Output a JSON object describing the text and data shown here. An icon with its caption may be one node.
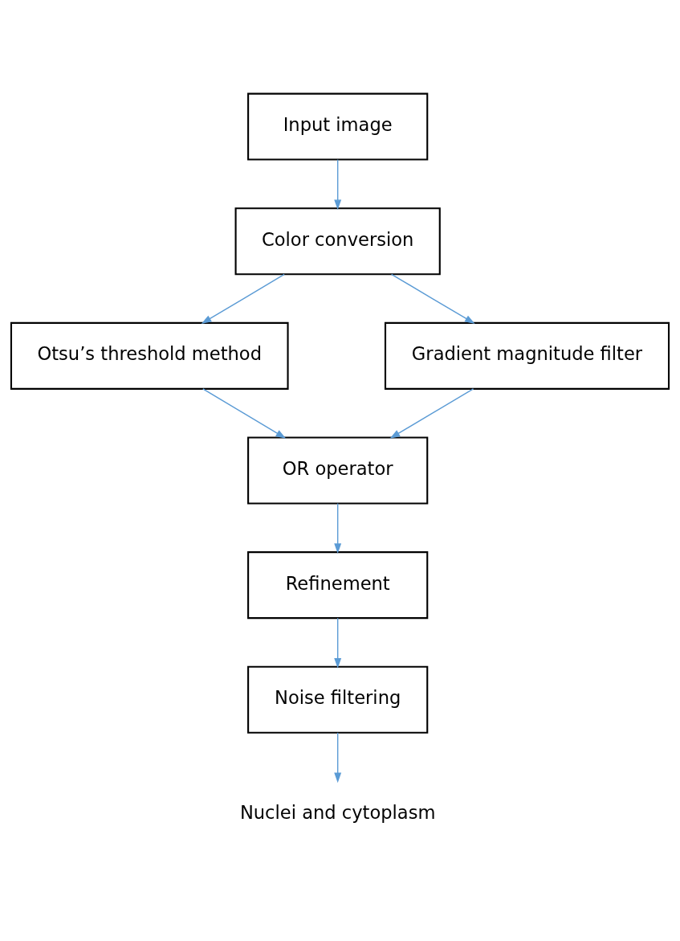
{
  "diagram": {
    "nodes": [
      {
        "text": [
          "Input image"
        ]
      },
      {
        "text": [
          "Color conversion"
        ]
      },
      {
        "text": [
          "Otsu’s threshold method"
        ]
      },
      {
        "text": [
          "Gradient magnitude filter"
        ]
      },
      {
        "text": [
          "OR operator"
        ]
      },
      {
        "text": [
          "Refinement"
        ]
      },
      {
        "text": [
          "Noise filtering"
        ]
      },
      {
        "text": [
          "Nuclei and cytoplasm"
        ]
      }
    ],
    "edges": [
      {
        "from": 0,
        "to": 1,
        "arrow": "to"
      },
      {
        "from": 1,
        "to": 2,
        "arrow": "to"
      },
      {
        "from": 1,
        "to": 3,
        "arrow": "to"
      },
      {
        "from": 2,
        "to": 4,
        "arrow": "to"
      },
      {
        "from": 3,
        "to": 4,
        "arrow": "to"
      },
      {
        "from": 4,
        "to": 5,
        "arrow": "to"
      },
      {
        "from": 5,
        "to": 6,
        "arrow": "to"
      },
      {
        "from": 6,
        "to": 7,
        "arrow": "to"
      }
    ]
  }
}
